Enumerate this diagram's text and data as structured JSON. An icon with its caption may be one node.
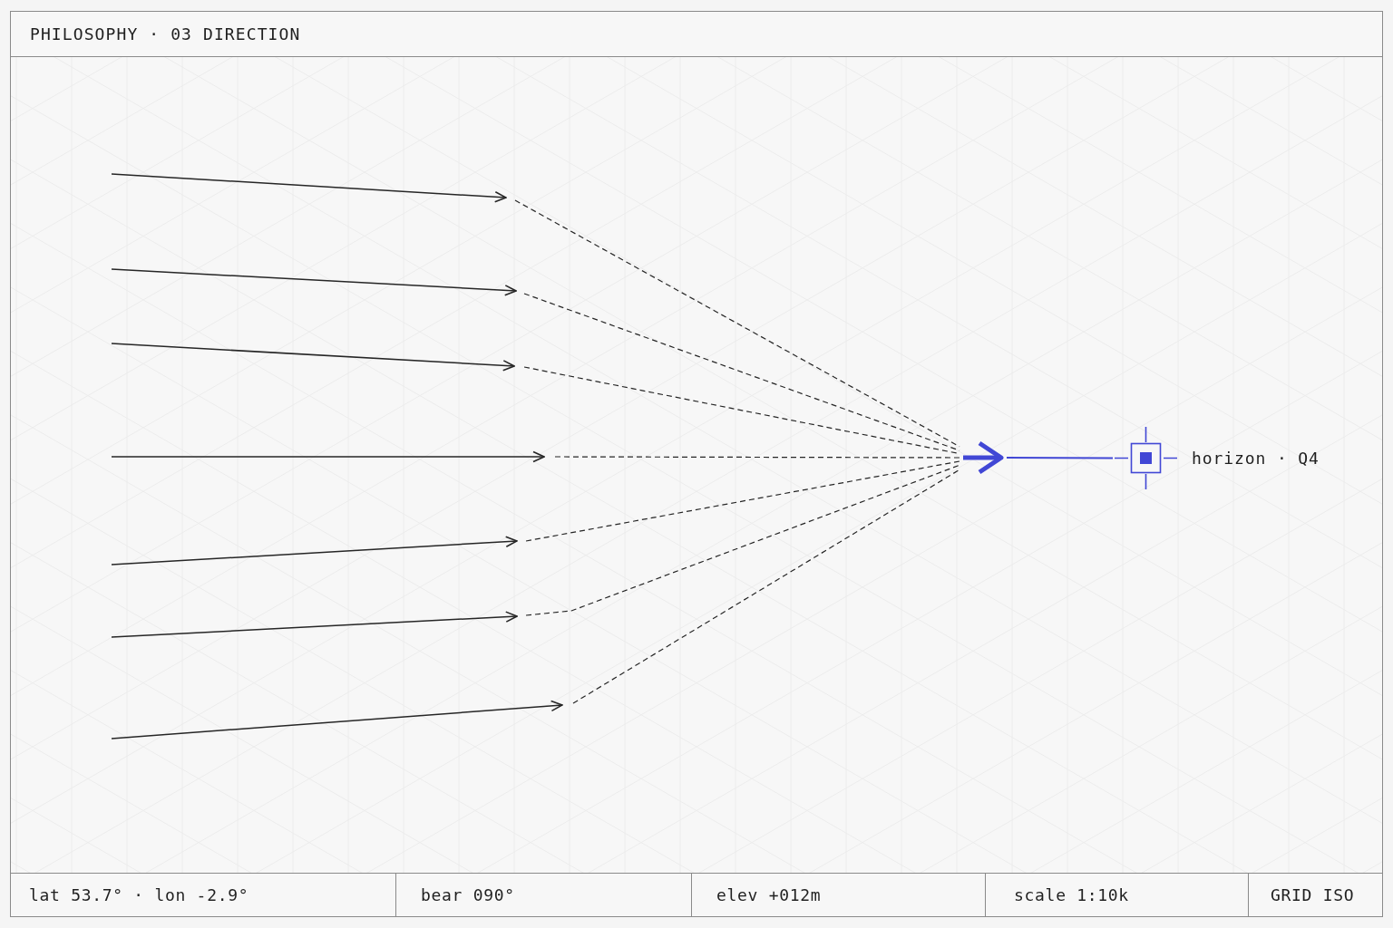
{
  "diagram": {
    "title": "PHILOSOPHY · 03 DIRECTION",
    "nodes": [
      {
        "text": [],
        "shape": "chevron"
      },
      {
        "text": [],
        "shape": "target",
        "beside": [
          "horizon · Q4"
        ]
      }
    ],
    "edges": [
      {
        "from": null,
        "to": 0,
        "arrow": "none",
        "style": "dashed"
      },
      {
        "from": null,
        "to": 0,
        "arrow": "none",
        "style": "dashed"
      },
      {
        "from": null,
        "to": 0,
        "arrow": "none",
        "style": "dashed"
      },
      {
        "from": null,
        "to": 0,
        "arrow": "none",
        "style": "dashed"
      },
      {
        "from": null,
        "to": 0,
        "arrow": "none",
        "style": "dashed"
      },
      {
        "from": null,
        "to": 0,
        "arrow": "none",
        "style": "dashed"
      },
      {
        "from": null,
        "to": 0,
        "arrow": "none",
        "style": "dashed"
      },
      {
        "from": 0,
        "to": 1,
        "arrow": "none",
        "color": "#4147d5"
      }
    ],
    "labels": [
      "lat 53.7° · lon -2.9°",
      "bear 090°",
      "elev +012m",
      "scale 1:10k",
      "GRID ISO"
    ]
  }
}
